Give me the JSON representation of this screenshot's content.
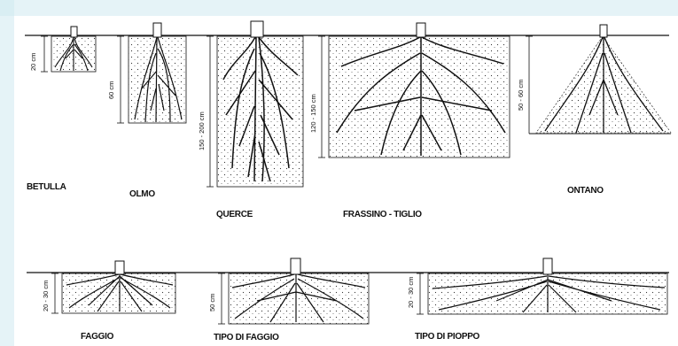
{
  "colors": {
    "ink": "#111111",
    "soil": "#ececec",
    "frame_tint": "#cfe9f1"
  },
  "trees": {
    "betulla": {
      "name": "BETULLA",
      "depth": "20 cm"
    },
    "olmo": {
      "name": "OLMO",
      "depth": "60 cm"
    },
    "querce": {
      "name": "QUERCE",
      "depth": "150 - 200 cm"
    },
    "frassino_tiglio": {
      "name": "FRASSINO - TIGLIO",
      "depth": "120 - 150 cm"
    },
    "ontano": {
      "name": "ONTANO",
      "depth": "50 - 60 cm"
    },
    "faggio": {
      "name": "FAGGIO",
      "depth": "20 - 30 cm"
    },
    "tipo_faggio": {
      "name": "TIPO DI FAGGIO",
      "depth": "50 cm"
    },
    "tipo_pioppo": {
      "name": "TIPO DI PIOPPO",
      "depth": "20 - 30 cm"
    }
  }
}
